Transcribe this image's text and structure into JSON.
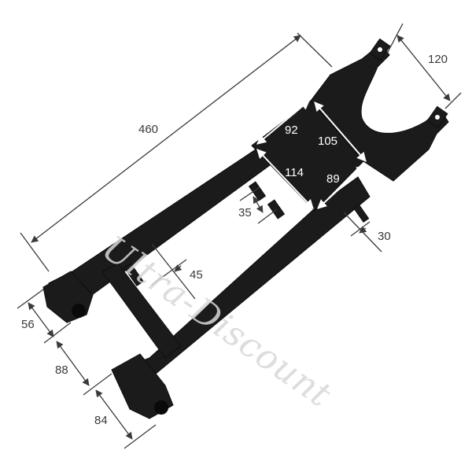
{
  "image": {
    "subject": "swing-arm",
    "background": "#ffffff",
    "part_color": "#1a1a1a",
    "dimension_line_color": "#3a3a3a",
    "inner_dimension_color": "#ffffff"
  },
  "watermark": "Ultra-Discount",
  "dimensions": {
    "overall_length": "460",
    "fork_width": "120",
    "plate_top_left": "92",
    "plate_top_right": "105",
    "plate_bottom_left": "114",
    "plate_bottom_right": "89",
    "tab_spacing": "35",
    "right_tab": "30",
    "left_tab": "45",
    "pivot_front": "56",
    "pivot_gap": "88",
    "pivot_rear": "84"
  }
}
